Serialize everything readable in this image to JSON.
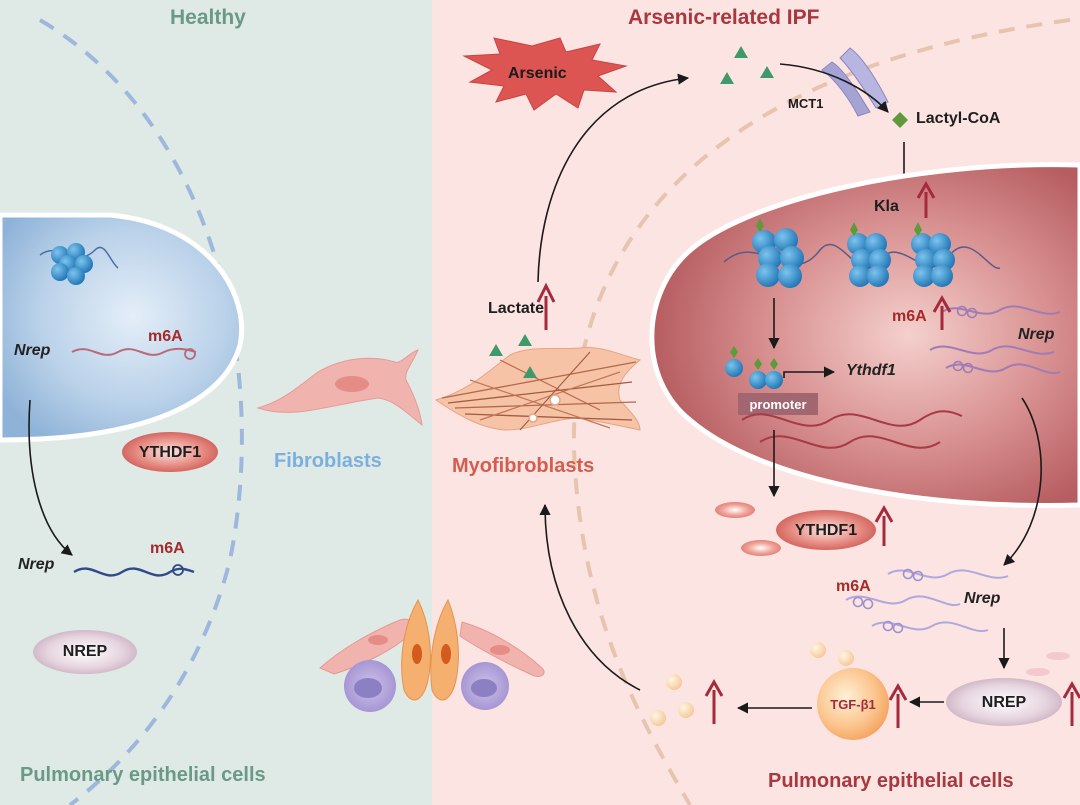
{
  "panels": {
    "healthy": {
      "title": "Healthy",
      "footer": "Pulmonary epithelial cells",
      "nrep_top": "Nrep",
      "m6a_top": "m6A",
      "ythdf1": "YTHDF1",
      "nrep_bottom": "Nrep",
      "m6a_bottom": "m6A",
      "nrep_protein": "NREP"
    },
    "ipf": {
      "title": "Arsenic-related IPF",
      "footer": "Pulmonary epithelial cells",
      "arsenic": "Arsenic",
      "mct1": "MCT1",
      "lactyl_coa": "Lactyl-CoA",
      "kla": "Kla",
      "m6a_nucleus": "m6A",
      "nrep_nucleus": "Nrep",
      "ythdf1_gene": "Ythdf1",
      "promoter": "promoter",
      "ythdf1_protein": "YTHDF1",
      "m6a_cyto": "m6A",
      "nrep_cyto": "Nrep",
      "nrep_protein": "NREP",
      "tgf": "TGF-β1"
    }
  },
  "middle": {
    "fibroblasts": "Fibroblasts",
    "myofibroblasts": "Myofibroblasts",
    "lactate": "Lactate"
  },
  "colors": {
    "healthy_bg": "#dde9e6",
    "ipf_bg": "#fce3e1",
    "membrane_blue": "#8fb0d6",
    "membrane_tan": "#e6c4b0",
    "nucleus_blue": "#a9c7e3",
    "nucleus_red": "#c86c6c",
    "up_arrow": "#a52a3c",
    "lactate_triangle": "#3f9a6b",
    "fibroblast_label": "#7cb0dc",
    "myofibroblast_label": "#d35d4f"
  }
}
